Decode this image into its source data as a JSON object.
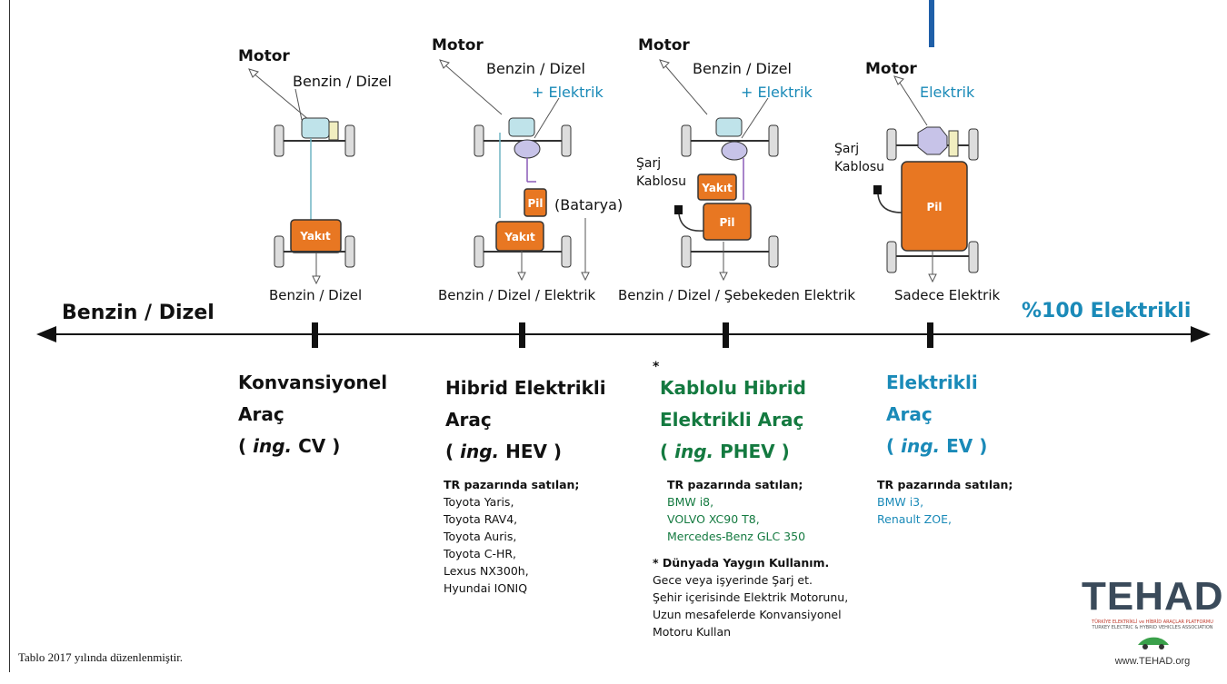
{
  "timeline": {
    "left_label": "Benzin / Dizel",
    "right_label": "%100 Elektrikli"
  },
  "vehicles": [
    {
      "motor": "Motor",
      "fuel_line1": "Benzin / Dizel",
      "fuel_line2": "",
      "tank": "Yakıt",
      "battery": "",
      "battery_note": "",
      "charge_cable": "",
      "under_label": "Benzin / Dizel",
      "title_line1": "Konvansiyonel",
      "title_line2": "Araç",
      "title_abbr_prefix": "( ",
      "title_abbr_ing": "ing.",
      "title_abbr": " CV )",
      "sold_header": "",
      "sold_models": []
    },
    {
      "motor": "Motor",
      "fuel_line1": "Benzin / Dizel",
      "fuel_line2": "+ Elektrik",
      "tank": "Yakıt",
      "battery": "Pil",
      "battery_note": "(Batarya)",
      "charge_cable": "",
      "under_label": "Benzin / Dizel / Elektrik",
      "title_line1": "Hibrid Elektrikli",
      "title_line2": "Araç",
      "title_abbr_prefix": "( ",
      "title_abbr_ing": "ing.",
      "title_abbr": " HEV )",
      "sold_header": "TR pazarında satılan;",
      "sold_models": [
        "Toyota Yaris,",
        "Toyota RAV4,",
        "Toyota Auris,",
        "Toyota C-HR,",
        "Lexus NX300h,",
        "Hyundai IONIQ"
      ]
    },
    {
      "motor": "Motor",
      "fuel_line1": "Benzin / Dizel",
      "fuel_line2": "+ Elektrik",
      "tank": "Yakıt",
      "battery": "Pil",
      "battery_note": "",
      "charge_cable_1": "Şarj",
      "charge_cable_2": "Kablosu",
      "under_label": "Benzin / Dizel / Şebekeden Elektrik",
      "asterisk": "*",
      "title_line1": "Kablolu Hibrid",
      "title_line2": "Elektrikli Araç",
      "title_abbr_prefix": "( ",
      "title_abbr_ing": "ing.",
      "title_abbr": " PHEV )",
      "sold_header": "TR pazarında satılan;",
      "sold_models": [
        "BMW i8,",
        "VOLVO XC90 T8,",
        "Mercedes-Benz GLC 350"
      ],
      "note_header": "* Dünyada Yaygın Kullanım.",
      "note_lines": [
        "Gece veya işyerinde Şarj et.",
        "Şehir içerisinde Elektrik Motorunu,",
        "Uzun mesafelerde Konvansiyonel",
        "Motoru Kullan"
      ]
    },
    {
      "motor": "Motor",
      "fuel_line1": "Elektrik",
      "tank": "",
      "battery": "Pil",
      "charge_cable_1": "Şarj",
      "charge_cable_2": "Kablosu",
      "under_label": "Sadece Elektrik",
      "title_line1": "Elektrikli",
      "title_line2": "Araç",
      "title_abbr_prefix": "( ",
      "title_abbr_ing": "ing.",
      "title_abbr": " EV )",
      "sold_header": "TR pazarında satılan;",
      "sold_models": [
        "BMW i3,",
        "Renault ZOE,"
      ]
    }
  ],
  "footer": {
    "note": "Tablo 2017 yılında düzenlenmiştir.",
    "logo": "TEHAD",
    "logo_sub1": "TÜRKİYE ELEKTRİKLİ ve HİBRİD ARAÇLAR PLATFORMU",
    "logo_sub2": "TURKEY ELECTRIC & HYBRID VEHICLES ASSOCIATION",
    "url": "www.TEHAD.org"
  },
  "colors": {
    "battery": "#e87722",
    "electric_blue": "#1a8ab8",
    "phev_green": "#147a40",
    "logo_blue": "#1f5fa8"
  }
}
